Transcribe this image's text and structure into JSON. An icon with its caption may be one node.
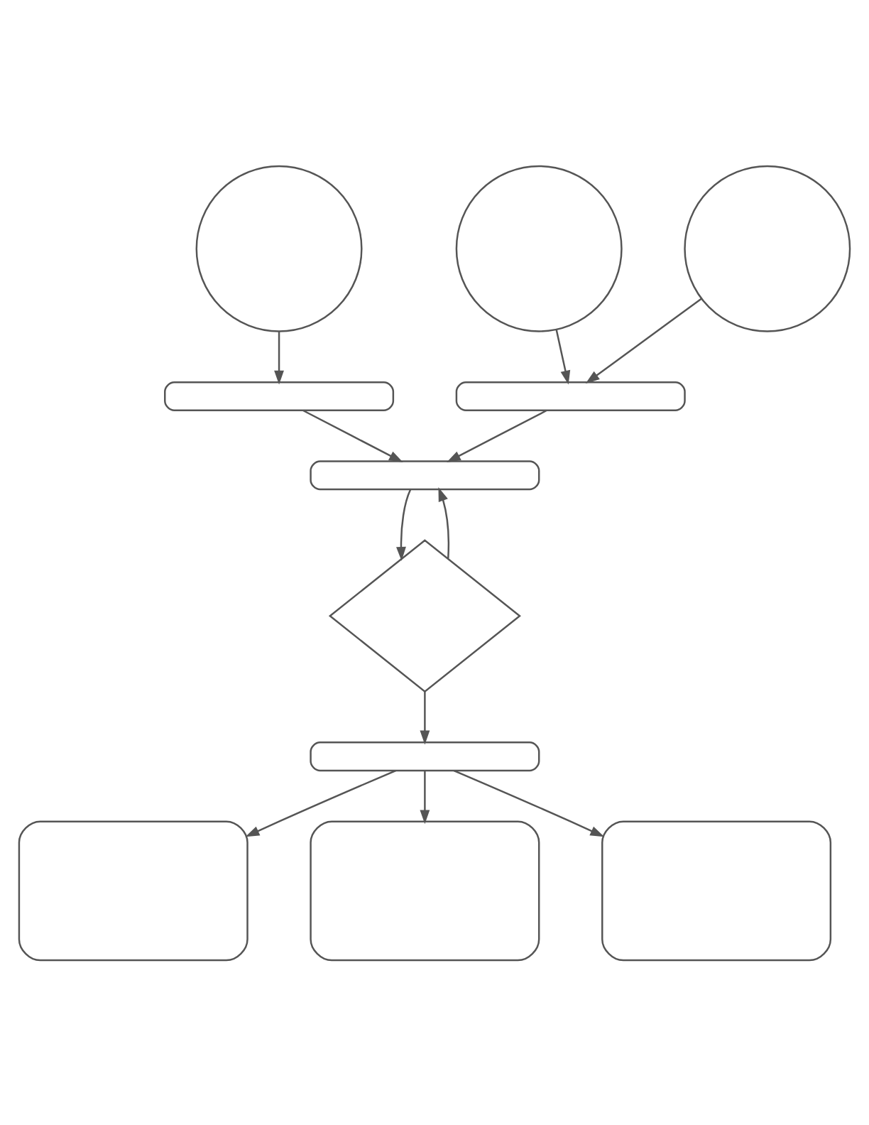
{
  "diagram": {
    "nodes": [
      {
        "text": [],
        "shape": "circle"
      },
      {
        "text": [],
        "shape": "circle"
      },
      {
        "text": [],
        "shape": "circle"
      },
      {
        "text": [],
        "shape": "bar"
      },
      {
        "text": [],
        "shape": "bar"
      },
      {
        "text": [],
        "shape": "bar"
      },
      {
        "text": [],
        "shape": "diamond"
      },
      {
        "text": [],
        "shape": "bar"
      },
      {
        "text": [],
        "shape": "box"
      },
      {
        "text": [],
        "shape": "box"
      },
      {
        "text": [],
        "shape": "box"
      }
    ],
    "edges": [
      {
        "from": 0,
        "to": 3,
        "arrow": "to"
      },
      {
        "from": 1,
        "to": 4,
        "arrow": "to"
      },
      {
        "from": 2,
        "to": 4,
        "arrow": "to"
      },
      {
        "from": 3,
        "to": 5,
        "arrow": "to"
      },
      {
        "from": 4,
        "to": 5,
        "arrow": "to"
      },
      {
        "from": 5,
        "to": 6,
        "arrow": "to"
      },
      {
        "from": 6,
        "to": 5,
        "arrow": "to"
      },
      {
        "from": 6,
        "to": 7,
        "arrow": "to"
      },
      {
        "from": 7,
        "to": 8,
        "arrow": "to"
      },
      {
        "from": 7,
        "to": 10,
        "arrow": "to"
      },
      {
        "from": 7,
        "to": 9,
        "arrow": "to"
      }
    ]
  }
}
